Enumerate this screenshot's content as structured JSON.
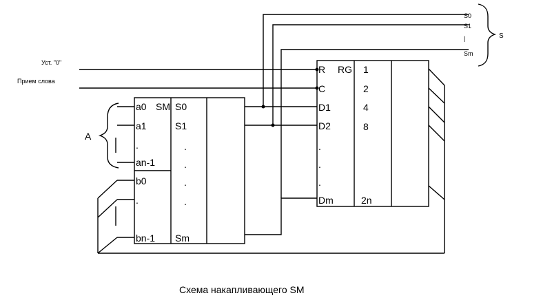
{
  "inputs": {
    "reset_label": "Уст. \"0\"",
    "word_receive_label": "Прием слова"
  },
  "adder": {
    "a_inputs": [
      "a0",
      "a1",
      ".",
      "an-1"
    ],
    "b_inputs": [
      "b0",
      ".",
      "bn-1"
    ],
    "sm_label": "SM",
    "outputs": [
      "S0",
      "S1",
      ".",
      ".",
      ".",
      ".",
      "Sm"
    ]
  },
  "register": {
    "label": "RG",
    "control_inputs": [
      "R",
      "C"
    ],
    "data_inputs": [
      "D1",
      "D2",
      ".",
      ".",
      ".",
      "Dm"
    ],
    "weights": [
      "1",
      "2",
      "4",
      "8",
      "2n"
    ]
  },
  "output_bus": {
    "lines": [
      "S0",
      "S1",
      "|",
      "Sm"
    ],
    "group_label": "S"
  },
  "a_group_label": "A",
  "caption": "Схема накапливающего SM"
}
